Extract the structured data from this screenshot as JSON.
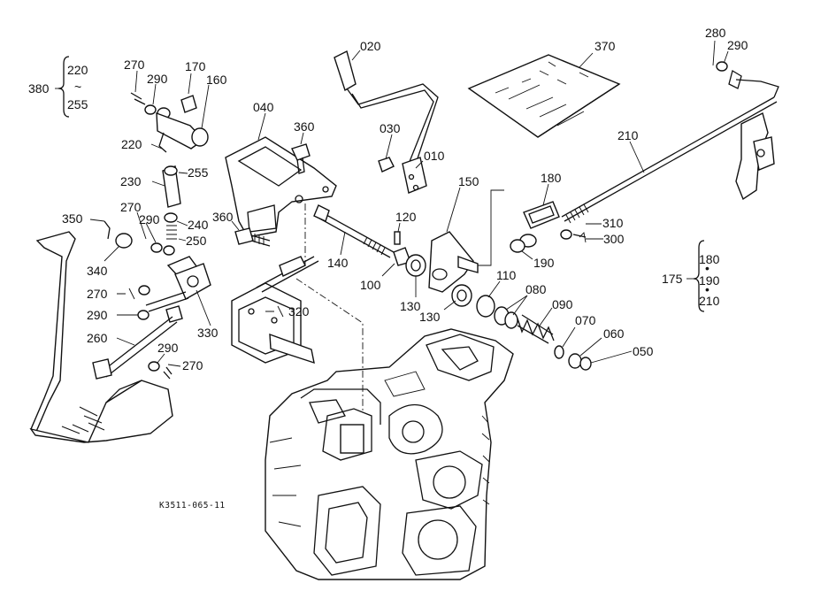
{
  "figure_code": "K3511-065-11",
  "callouts": [
    {
      "id": "020",
      "text": "020"
    },
    {
      "id": "370",
      "text": "370"
    },
    {
      "id": "280",
      "text": "280"
    },
    {
      "id": "290a",
      "text": "290"
    },
    {
      "id": "270a",
      "text": "270"
    },
    {
      "id": "290b",
      "text": "290"
    },
    {
      "id": "170",
      "text": "170"
    },
    {
      "id": "160",
      "text": "160"
    },
    {
      "id": "040",
      "text": "040"
    },
    {
      "id": "360a",
      "text": "360"
    },
    {
      "id": "030",
      "text": "030"
    },
    {
      "id": "010",
      "text": "010"
    },
    {
      "id": "210",
      "text": "210"
    },
    {
      "id": "220a",
      "text": "220"
    },
    {
      "id": "255a",
      "text": "255"
    },
    {
      "id": "230",
      "text": "230"
    },
    {
      "id": "150",
      "text": "150"
    },
    {
      "id": "180a",
      "text": "180"
    },
    {
      "id": "270b",
      "text": "270"
    },
    {
      "id": "290c",
      "text": "290"
    },
    {
      "id": "240",
      "text": "240"
    },
    {
      "id": "360b",
      "text": "360"
    },
    {
      "id": "120",
      "text": "120"
    },
    {
      "id": "310",
      "text": "310"
    },
    {
      "id": "350",
      "text": "350"
    },
    {
      "id": "250",
      "text": "250"
    },
    {
      "id": "300",
      "text": "300"
    },
    {
      "id": "140",
      "text": "140"
    },
    {
      "id": "190",
      "text": "190"
    },
    {
      "id": "340",
      "text": "340"
    },
    {
      "id": "100",
      "text": "100"
    },
    {
      "id": "110",
      "text": "110"
    },
    {
      "id": "270c",
      "text": "270"
    },
    {
      "id": "080",
      "text": "080"
    },
    {
      "id": "130a",
      "text": "130"
    },
    {
      "id": "090",
      "text": "090"
    },
    {
      "id": "290d",
      "text": "290"
    },
    {
      "id": "130b",
      "text": "130"
    },
    {
      "id": "320",
      "text": "320"
    },
    {
      "id": "070",
      "text": "070"
    },
    {
      "id": "330",
      "text": "330"
    },
    {
      "id": "260",
      "text": "260"
    },
    {
      "id": "060",
      "text": "060"
    },
    {
      "id": "290e",
      "text": "290"
    },
    {
      "id": "050",
      "text": "050"
    },
    {
      "id": "270d",
      "text": "270"
    }
  ],
  "groups": [
    {
      "parent": "380",
      "members": [
        "220",
        "255"
      ],
      "separator": "~"
    },
    {
      "parent": "175",
      "members": [
        "180",
        "190",
        "210"
      ],
      "separator": "•"
    }
  ]
}
